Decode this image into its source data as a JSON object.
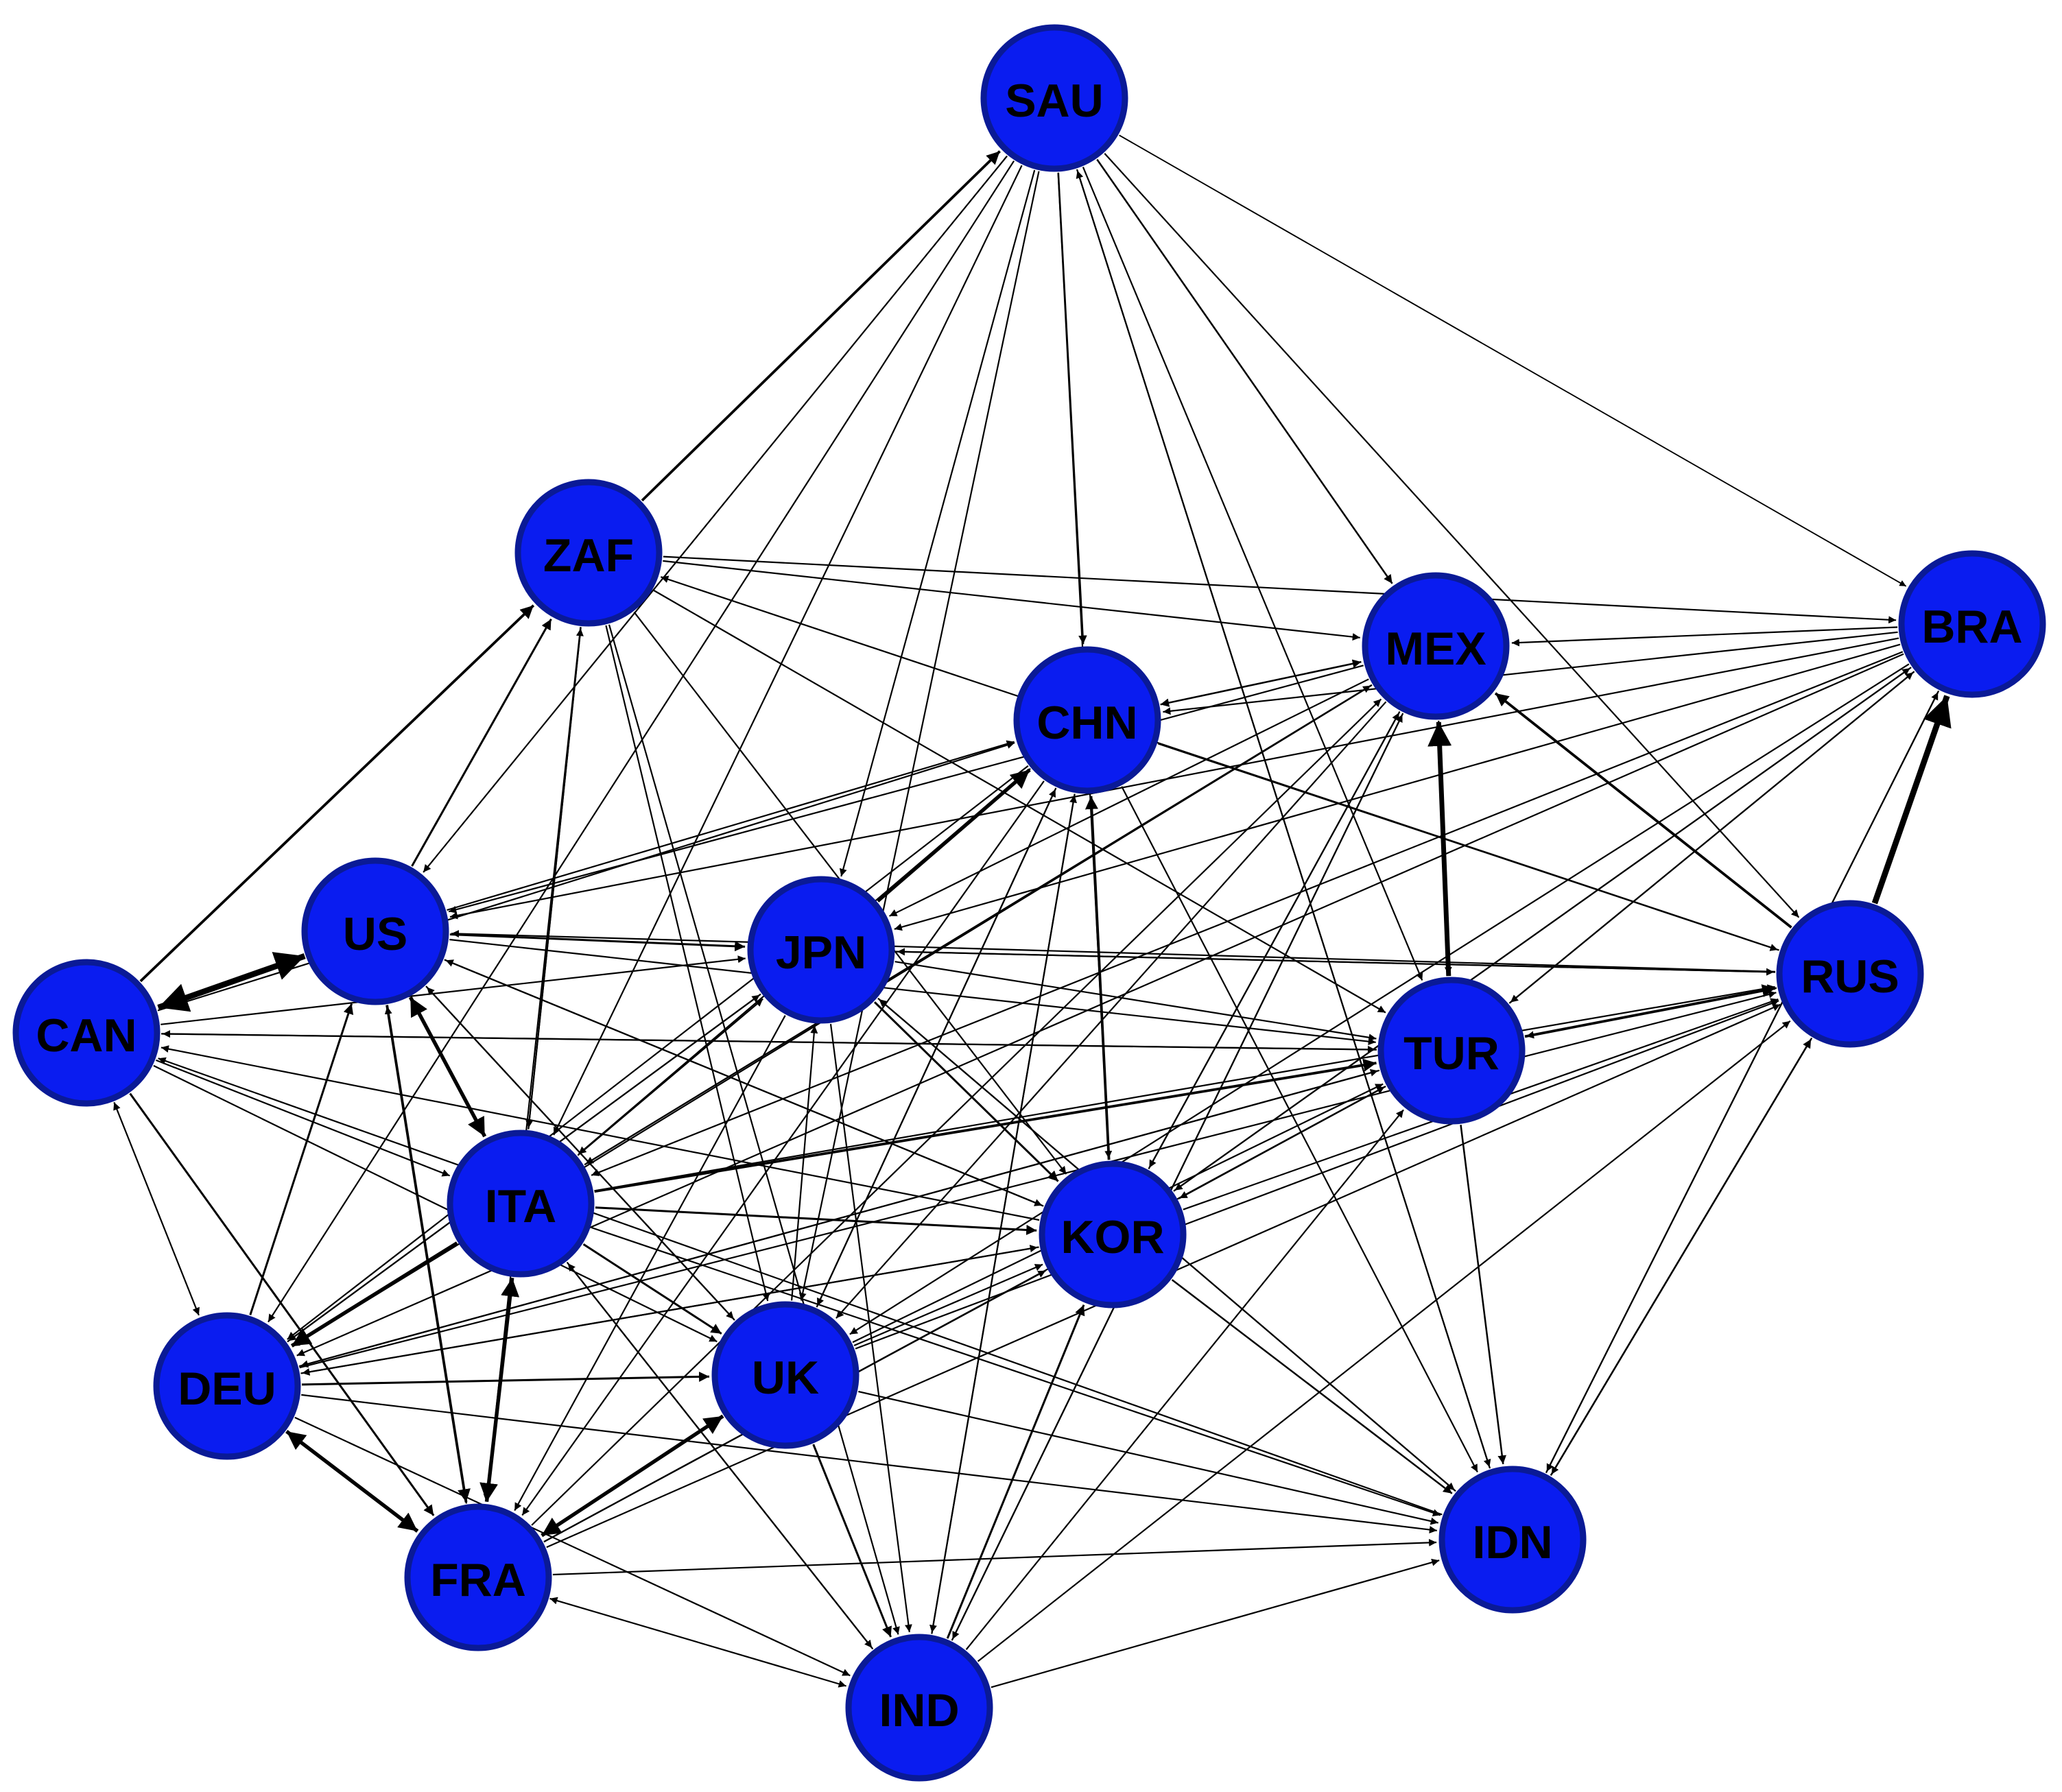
{
  "diagram": {
    "type": "directed-network",
    "colors": {
      "node_fill": "#0a1cf0",
      "node_stroke": "#0a1a96",
      "label": "#000000",
      "edge": "#000000"
    },
    "nodes": [
      {
        "id": "SAU",
        "label": "SAU"
      },
      {
        "id": "ZAF",
        "label": "ZAF"
      },
      {
        "id": "MEX",
        "label": "MEX"
      },
      {
        "id": "BRA",
        "label": "BRA"
      },
      {
        "id": "CHN",
        "label": "CHN"
      },
      {
        "id": "US",
        "label": "US"
      },
      {
        "id": "JPN",
        "label": "JPN"
      },
      {
        "id": "RUS",
        "label": "RUS"
      },
      {
        "id": "CAN",
        "label": "CAN"
      },
      {
        "id": "TUR",
        "label": "TUR"
      },
      {
        "id": "ITA",
        "label": "ITA"
      },
      {
        "id": "KOR",
        "label": "KOR"
      },
      {
        "id": "DEU",
        "label": "DEU"
      },
      {
        "id": "UK",
        "label": "UK"
      },
      {
        "id": "IDN",
        "label": "IDN"
      },
      {
        "id": "FRA",
        "label": "FRA"
      },
      {
        "id": "IND",
        "label": "IND"
      }
    ],
    "edges": [
      {
        "from": "US",
        "to": "CAN",
        "weight": 5,
        "bidirectional": true
      },
      {
        "from": "RUS",
        "to": "BRA",
        "weight": 5
      },
      {
        "from": "TUR",
        "to": "MEX",
        "weight": 4
      },
      {
        "from": "ITA",
        "to": "FRA",
        "weight": 3,
        "bidirectional": true
      },
      {
        "from": "US",
        "to": "ITA",
        "weight": 3,
        "bidirectional": true
      },
      {
        "from": "DEU",
        "to": "FRA",
        "weight": 3,
        "bidirectional": true
      },
      {
        "from": "UK",
        "to": "FRA",
        "weight": 3,
        "bidirectional": true
      },
      {
        "from": "ITA",
        "to": "DEU",
        "weight": 3
      },
      {
        "from": "JPN",
        "to": "CHN",
        "weight": 3
      },
      {
        "from": "CAN",
        "to": "ZAF",
        "weight": 2
      },
      {
        "from": "ZAF",
        "to": "SAU",
        "weight": 2
      },
      {
        "from": "RUS",
        "to": "MEX",
        "weight": 2
      },
      {
        "from": "ITA",
        "to": "TUR",
        "weight": 2
      },
      {
        "from": "KOR",
        "to": "CHN",
        "weight": 2
      },
      {
        "from": "TUR",
        "to": "RUS",
        "weight": 2
      },
      {
        "from": "US",
        "to": "FRA",
        "weight": 2
      },
      {
        "from": "US",
        "to": "JPN",
        "weight": 1.5
      },
      {
        "from": "US",
        "to": "ZAF",
        "weight": 1.5
      },
      {
        "from": "DEU",
        "to": "US",
        "weight": 1.5
      },
      {
        "from": "CAN",
        "to": "FRA",
        "weight": 1.5
      },
      {
        "from": "ITA",
        "to": "KOR",
        "weight": 1.5
      },
      {
        "from": "ITA",
        "to": "UK",
        "weight": 1.5
      },
      {
        "from": "JPN",
        "to": "KOR",
        "weight": 1.5
      },
      {
        "from": "DEU",
        "to": "UK",
        "weight": 1.5
      },
      {
        "from": "UK",
        "to": "IND",
        "weight": 1.5
      },
      {
        "from": "IND",
        "to": "KOR",
        "weight": 1.5
      },
      {
        "from": "KOR",
        "to": "IDN",
        "weight": 1.2
      },
      {
        "from": "IDN",
        "to": "RUS",
        "weight": 1.2
      },
      {
        "from": "TUR",
        "to": "IDN",
        "weight": 1.2
      },
      {
        "from": "SAU",
        "to": "MEX",
        "weight": 1.2
      },
      {
        "from": "SAU",
        "to": "CHN",
        "weight": 1.2
      },
      {
        "from": "CHN",
        "to": "MEX",
        "weight": 1.2,
        "bidirectional": true
      },
      {
        "from": "US",
        "to": "CHN",
        "weight": 1
      },
      {
        "from": "US",
        "to": "UK",
        "weight": 1
      },
      {
        "from": "US",
        "to": "TUR",
        "weight": 1
      },
      {
        "from": "US",
        "to": "KOR",
        "weight": 1
      },
      {
        "from": "CAN",
        "to": "DEU",
        "weight": 1,
        "bidirectional": true
      },
      {
        "from": "CAN",
        "to": "ITA",
        "weight": 1
      },
      {
        "from": "CAN",
        "to": "TUR",
        "weight": 1
      },
      {
        "from": "CAN",
        "to": "UK",
        "weight": 1
      },
      {
        "from": "CAN",
        "to": "JPN",
        "weight": 1
      },
      {
        "from": "CAN",
        "to": "CHN",
        "weight": 1
      },
      {
        "from": "ZAF",
        "to": "MEX",
        "weight": 1
      },
      {
        "from": "ZAF",
        "to": "BRA",
        "weight": 1
      },
      {
        "from": "ZAF",
        "to": "KOR",
        "weight": 1
      },
      {
        "from": "ZAF",
        "to": "UK",
        "weight": 1
      },
      {
        "from": "ZAF",
        "to": "IND",
        "weight": 1
      },
      {
        "from": "ZAF",
        "to": "TUR",
        "weight": 1
      },
      {
        "from": "ZAF",
        "to": "ITA",
        "weight": 1
      },
      {
        "from": "ZAF",
        "to": "FRA",
        "weight": 1
      },
      {
        "from": "SAU",
        "to": "TUR",
        "weight": 1
      },
      {
        "from": "SAU",
        "to": "JPN",
        "weight": 1
      },
      {
        "from": "SAU",
        "to": "KOR",
        "weight": 1
      },
      {
        "from": "SAU",
        "to": "US",
        "weight": 1
      },
      {
        "from": "SAU",
        "to": "IDN",
        "weight": 1
      },
      {
        "from": "SAU",
        "to": "ITA",
        "weight": 1
      },
      {
        "from": "SAU",
        "to": "UK",
        "weight": 1
      },
      {
        "from": "SAU",
        "to": "RUS",
        "weight": 1
      },
      {
        "from": "SAU",
        "to": "DEU",
        "weight": 1
      },
      {
        "from": "SAU",
        "to": "BRA",
        "weight": 0.8
      },
      {
        "from": "BRA",
        "to": "MEX",
        "weight": 1
      },
      {
        "from": "BRA",
        "to": "CHN",
        "weight": 1
      },
      {
        "from": "BRA",
        "to": "TUR",
        "weight": 1
      },
      {
        "from": "BRA",
        "to": "KOR",
        "weight": 1
      },
      {
        "from": "BRA",
        "to": "JPN",
        "weight": 1
      },
      {
        "from": "BRA",
        "to": "US",
        "weight": 1
      },
      {
        "from": "BRA",
        "to": "ITA",
        "weight": 1
      },
      {
        "from": "BRA",
        "to": "UK",
        "weight": 1
      },
      {
        "from": "BRA",
        "to": "DEU",
        "weight": 1
      },
      {
        "from": "BRA",
        "to": "IDN",
        "weight": 1
      },
      {
        "from": "MEX",
        "to": "TUR",
        "weight": 1
      },
      {
        "from": "MEX",
        "to": "KOR",
        "weight": 1
      },
      {
        "from": "MEX",
        "to": "ITA",
        "weight": 1
      },
      {
        "from": "MEX",
        "to": "UK",
        "weight": 1
      },
      {
        "from": "MEX",
        "to": "JPN",
        "weight": 1
      },
      {
        "from": "MEX",
        "to": "US",
        "weight": 1
      },
      {
        "from": "MEX",
        "to": "DEU",
        "weight": 1
      },
      {
        "from": "MEX",
        "to": "IND",
        "weight": 1
      },
      {
        "from": "CHN",
        "to": "UK",
        "weight": 1
      },
      {
        "from": "CHN",
        "to": "ITA",
        "weight": 1
      },
      {
        "from": "CHN",
        "to": "DEU",
        "weight": 1
      },
      {
        "from": "CHN",
        "to": "FRA",
        "weight": 1
      },
      {
        "from": "CHN",
        "to": "IND",
        "weight": 1
      },
      {
        "from": "CHN",
        "to": "IDN",
        "weight": 1
      },
      {
        "from": "CHN",
        "to": "RUS",
        "weight": 1
      },
      {
        "from": "JPN",
        "to": "TUR",
        "weight": 1
      },
      {
        "from": "JPN",
        "to": "RUS",
        "weight": 1
      },
      {
        "from": "JPN",
        "to": "IDN",
        "weight": 1
      },
      {
        "from": "JPN",
        "to": "DEU",
        "weight": 1
      },
      {
        "from": "JPN",
        "to": "FRA",
        "weight": 1
      },
      {
        "from": "JPN",
        "to": "IND",
        "weight": 1
      },
      {
        "from": "ITA",
        "to": "JPN",
        "weight": 1
      },
      {
        "from": "ITA",
        "to": "IND",
        "weight": 1
      },
      {
        "from": "ITA",
        "to": "IDN",
        "weight": 1
      },
      {
        "from": "ITA",
        "to": "RUS",
        "weight": 1
      },
      {
        "from": "ITA",
        "to": "MEX",
        "weight": 1
      },
      {
        "from": "ITA",
        "to": "ZAF",
        "weight": 1
      },
      {
        "from": "UK",
        "to": "JPN",
        "weight": 1
      },
      {
        "from": "UK",
        "to": "CHN",
        "weight": 1
      },
      {
        "from": "UK",
        "to": "KOR",
        "weight": 1
      },
      {
        "from": "UK",
        "to": "TUR",
        "weight": 1
      },
      {
        "from": "UK",
        "to": "IDN",
        "weight": 1
      },
      {
        "from": "UK",
        "to": "RUS",
        "weight": 1
      },
      {
        "from": "UK",
        "to": "US",
        "weight": 1
      },
      {
        "from": "DEU",
        "to": "KOR",
        "weight": 1
      },
      {
        "from": "DEU",
        "to": "TUR",
        "weight": 1
      },
      {
        "from": "DEU",
        "to": "IDN",
        "weight": 1
      },
      {
        "from": "DEU",
        "to": "IND",
        "weight": 1
      },
      {
        "from": "DEU",
        "to": "RUS",
        "weight": 1
      },
      {
        "from": "DEU",
        "to": "JPN",
        "weight": 1
      },
      {
        "from": "FRA",
        "to": "KOR",
        "weight": 1
      },
      {
        "from": "FRA",
        "to": "TUR",
        "weight": 1
      },
      {
        "from": "FRA",
        "to": "IDN",
        "weight": 1
      },
      {
        "from": "FRA",
        "to": "US",
        "weight": 1
      },
      {
        "from": "FRA",
        "to": "IND",
        "weight": 1,
        "bidirectional": true
      },
      {
        "from": "FRA",
        "to": "RUS",
        "weight": 1
      },
      {
        "from": "FRA",
        "to": "MEX",
        "weight": 1
      },
      {
        "from": "IND",
        "to": "IDN",
        "weight": 1
      },
      {
        "from": "IND",
        "to": "TUR",
        "weight": 1
      },
      {
        "from": "IND",
        "to": "CHN",
        "weight": 1
      },
      {
        "from": "IND",
        "to": "RUS",
        "weight": 1
      },
      {
        "from": "IND",
        "to": "ITA",
        "weight": 1
      },
      {
        "from": "IND",
        "to": "MEX",
        "weight": 1
      },
      {
        "from": "KOR",
        "to": "RUS",
        "weight": 1
      },
      {
        "from": "KOR",
        "to": "TUR",
        "weight": 1
      },
      {
        "from": "KOR",
        "to": "MEX",
        "weight": 1
      },
      {
        "from": "KOR",
        "to": "US",
        "weight": 1
      },
      {
        "from": "KOR",
        "to": "DEU",
        "weight": 1
      },
      {
        "from": "KOR",
        "to": "CAN",
        "weight": 1
      },
      {
        "from": "KOR",
        "to": "BRA",
        "weight": 1
      },
      {
        "from": "TUR",
        "to": "CAN",
        "weight": 1
      },
      {
        "from": "TUR",
        "to": "DEU",
        "weight": 1
      },
      {
        "from": "TUR",
        "to": "KOR",
        "weight": 1
      },
      {
        "from": "TUR",
        "to": "BRA",
        "weight": 1
      },
      {
        "from": "RUS",
        "to": "US",
        "weight": 1
      },
      {
        "from": "RUS",
        "to": "JPN",
        "weight": 1
      },
      {
        "from": "RUS",
        "to": "TUR",
        "weight": 1
      },
      {
        "from": "RUS",
        "to": "IDN",
        "weight": 1
      },
      {
        "from": "RUS",
        "to": "ZAF",
        "weight": 1
      },
      {
        "from": "IDN",
        "to": "CAN",
        "weight": 1
      },
      {
        "from": "IDN",
        "to": "JPN",
        "weight": 1
      },
      {
        "from": "IDN",
        "to": "BRA",
        "weight": 1
      },
      {
        "from": "IDN",
        "to": "SAU",
        "weight": 1
      }
    ]
  }
}
